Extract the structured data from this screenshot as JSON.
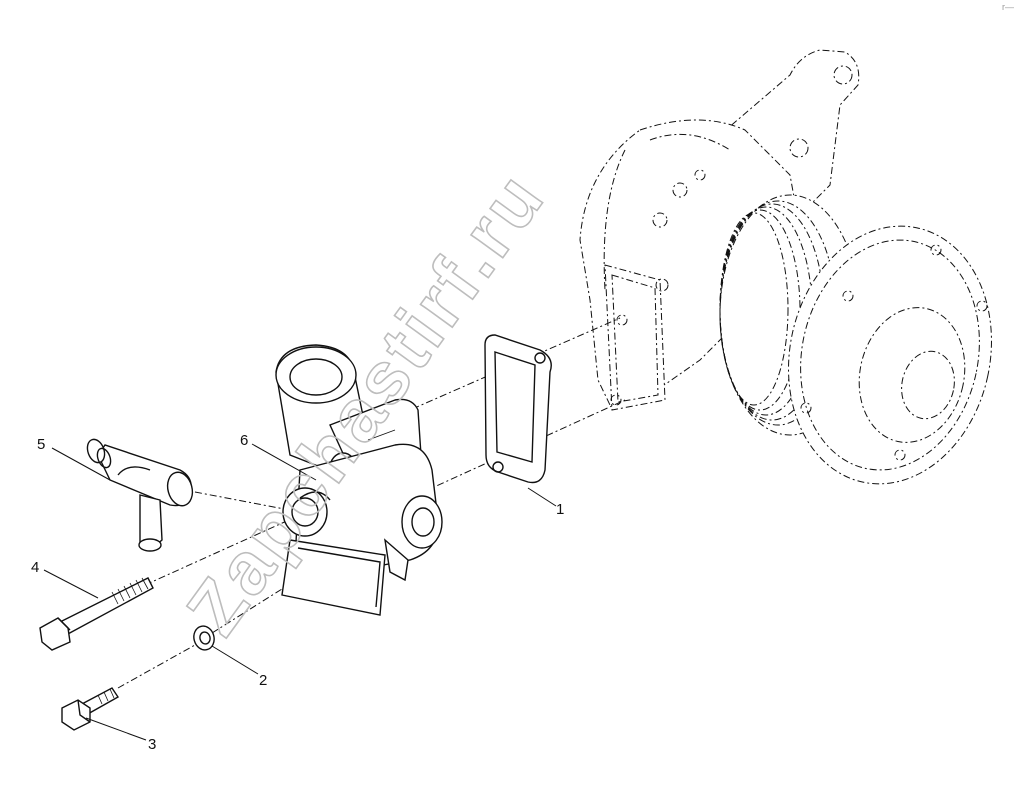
{
  "watermark": "Zapchastirf.ru",
  "corner_mark": "r—",
  "callouts": [
    {
      "id": "1",
      "part": "gasket"
    },
    {
      "id": "2",
      "part": "washer"
    },
    {
      "id": "3",
      "part": "bolt"
    },
    {
      "id": "4",
      "part": "long-bolt"
    },
    {
      "id": "5",
      "part": "tee-fitting"
    },
    {
      "id": "6",
      "part": "thermostat-housing"
    }
  ]
}
